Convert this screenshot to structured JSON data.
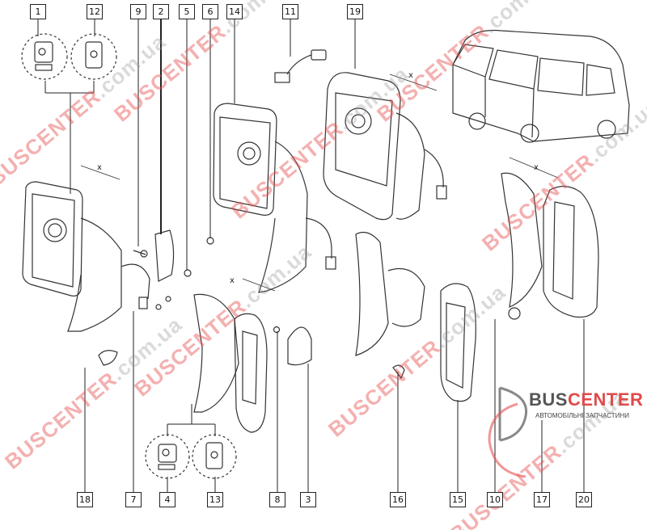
{
  "diagram": {
    "title_hidden": null,
    "callouts_top": [
      "1",
      "12",
      "9",
      "2",
      "5",
      "6",
      "14",
      "11",
      "19"
    ],
    "callouts_bottom": [
      "18",
      "7",
      "4",
      "13",
      "8",
      "3",
      "16",
      "15",
      "10",
      "17",
      "20"
    ],
    "dimension_label": "x"
  },
  "watermark": {
    "part_a": "BUSCENTER",
    "part_b": ".com.ua"
  },
  "logo": {
    "bus": "BUS",
    "center": "CENTER",
    "subtitle": "АВТОМОБІЛЬНІ ЗАПЧАСТИНИ",
    "accent": "#e04a4a"
  }
}
